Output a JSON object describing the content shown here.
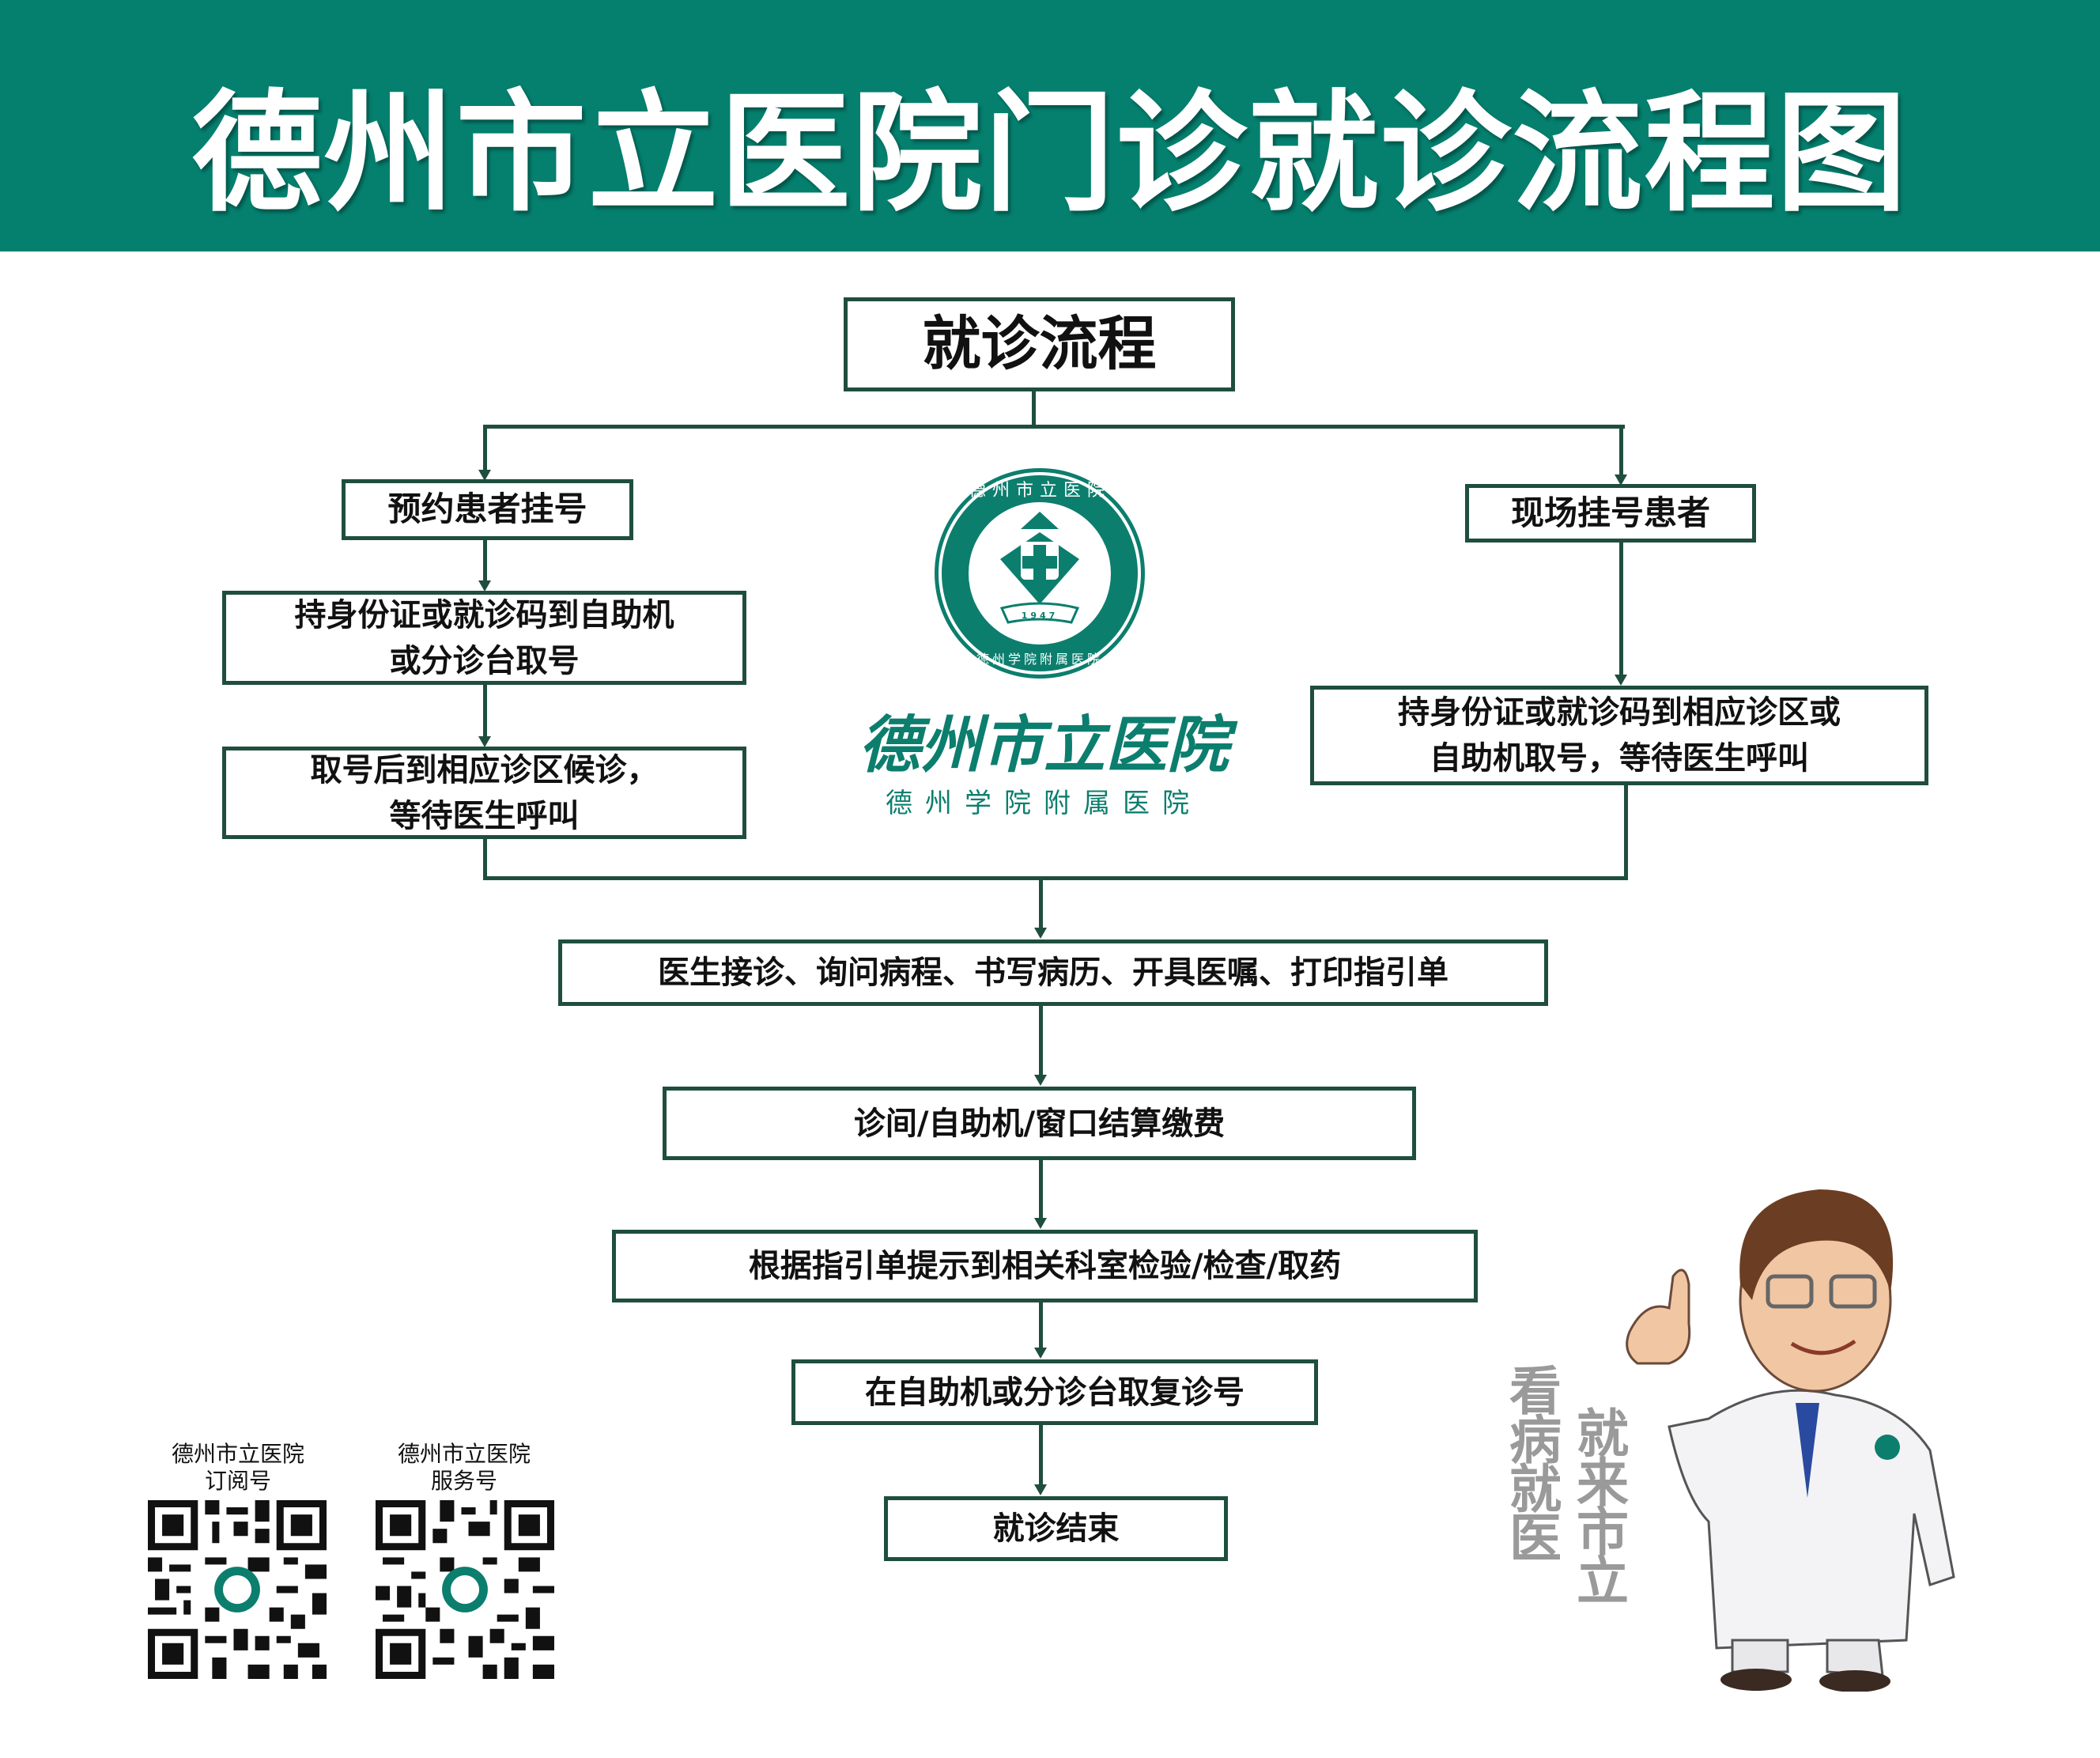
{
  "header": {
    "title": "德州市立医院门诊就诊流程图"
  },
  "flow": {
    "start": "就诊流程",
    "left_branch": [
      "预约患者挂号",
      "持身份证或就诊码到自助机\n或分诊台取号",
      "取号后到相应诊区候诊，\n等待医生呼叫"
    ],
    "right_branch": [
      "现场挂号患者",
      "持身份证或就诊码到相应诊区或\n自助机取号，等待医生呼叫"
    ],
    "steps": [
      "医生接诊、询问病程、书写病历、开具医嘱、打印指引单",
      "诊间/自助机/窗口结算缴费",
      "根据指引单提示到相关科室检验/检查/取药",
      "在自助机或分诊台取复诊号",
      "就诊结束"
    ]
  },
  "logo": {
    "ring_top": "德州市立医院",
    "ring_bottom": "德州学院附属医院",
    "year": "1947",
    "name": "德州市立医院",
    "subtitle": "德州学院附属医院"
  },
  "qr_codes": [
    {
      "label": "德州市立医院\n订阅号"
    },
    {
      "label": "德州市立医院\n服务号"
    }
  ],
  "slogan": {
    "line1": "看病就医",
    "line2": "就来市立"
  },
  "colors": {
    "brand": "#05806f",
    "border": "#1f4e3e"
  }
}
